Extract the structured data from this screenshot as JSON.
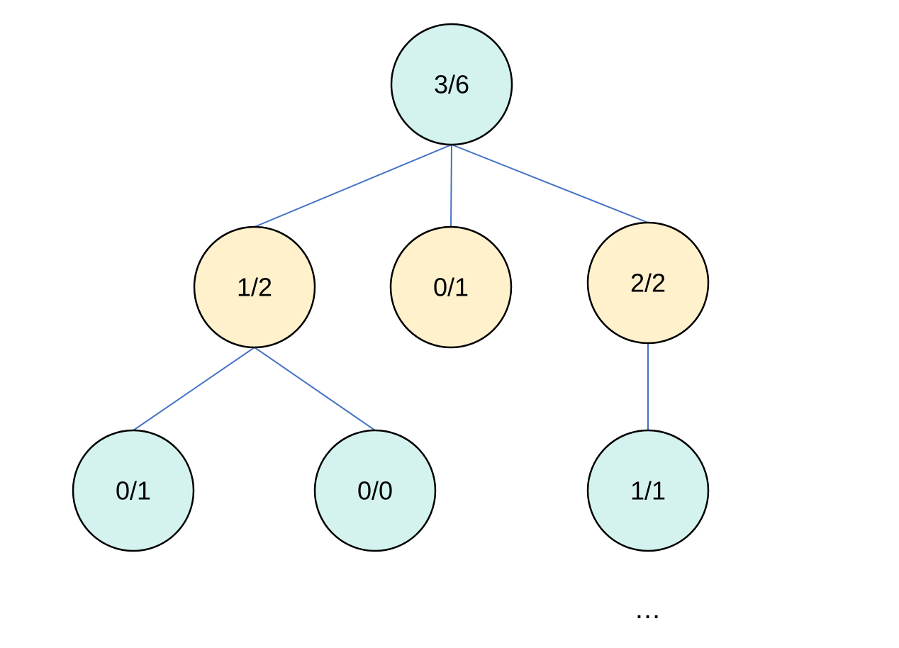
{
  "colors": {
    "edge": "#4472c4",
    "node_teal": "#d4f3ef",
    "node_yellow": "#fff1cc",
    "node_stroke": "#000000"
  },
  "nodes": {
    "root": {
      "label": "3/6",
      "fill": "teal"
    },
    "a": {
      "label": "1/2",
      "fill": "yellow"
    },
    "b": {
      "label": "0/1",
      "fill": "yellow"
    },
    "c": {
      "label": "2/2",
      "fill": "yellow"
    },
    "a1": {
      "label": "0/1",
      "fill": "teal"
    },
    "a2": {
      "label": "0/0",
      "fill": "teal"
    },
    "c1": {
      "label": "1/1",
      "fill": "teal"
    }
  },
  "edges": [
    {
      "from": "root",
      "to": "a"
    },
    {
      "from": "root",
      "to": "b"
    },
    {
      "from": "root",
      "to": "c"
    },
    {
      "from": "a",
      "to": "a1"
    },
    {
      "from": "a",
      "to": "a2"
    },
    {
      "from": "c",
      "to": "c1"
    }
  ],
  "continuation": {
    "label": "..."
  }
}
